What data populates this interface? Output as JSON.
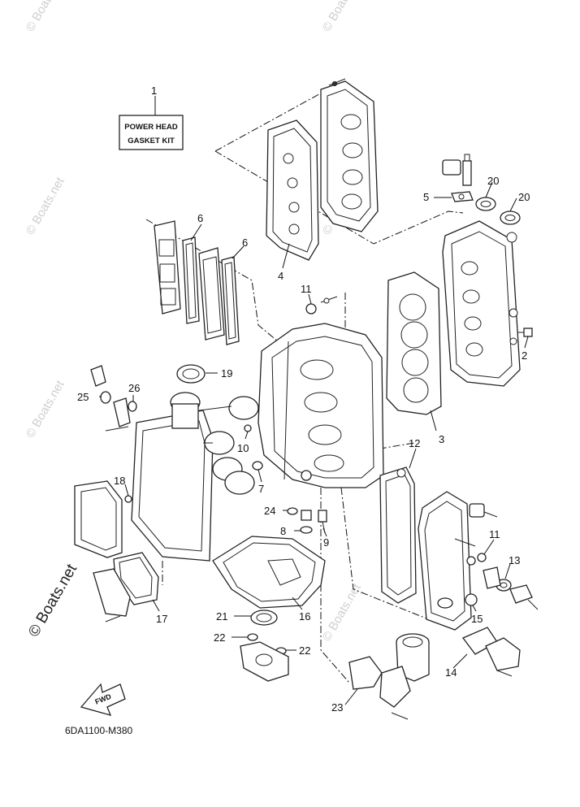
{
  "kit_box": {
    "line1": "POWER HEAD",
    "line2": "GASKET KIT"
  },
  "diagram_code": "6DA1100-M380",
  "fwd_label": "FWD",
  "watermark": "© Boats.net",
  "callouts": {
    "n1": "1",
    "n2": "2",
    "n3": "3",
    "n4": "4",
    "n5": "5",
    "n6a": "6",
    "n6b": "6",
    "n7": "7",
    "n8": "8",
    "n9": "9",
    "n10": "10",
    "n11a": "11",
    "n11b": "11",
    "n12": "12",
    "n13": "13",
    "n14": "14",
    "n15": "15",
    "n16": "16",
    "n17": "17",
    "n18": "18",
    "n19": "19",
    "n20a": "20",
    "n20b": "20",
    "n21": "21",
    "n22a": "22",
    "n22b": "22",
    "n23": "23",
    "n24": "24",
    "n25": "25",
    "n26": "26"
  },
  "colors": {
    "ink": "#222222",
    "watermark": "#cfcfcf",
    "background": "#ffffff"
  }
}
